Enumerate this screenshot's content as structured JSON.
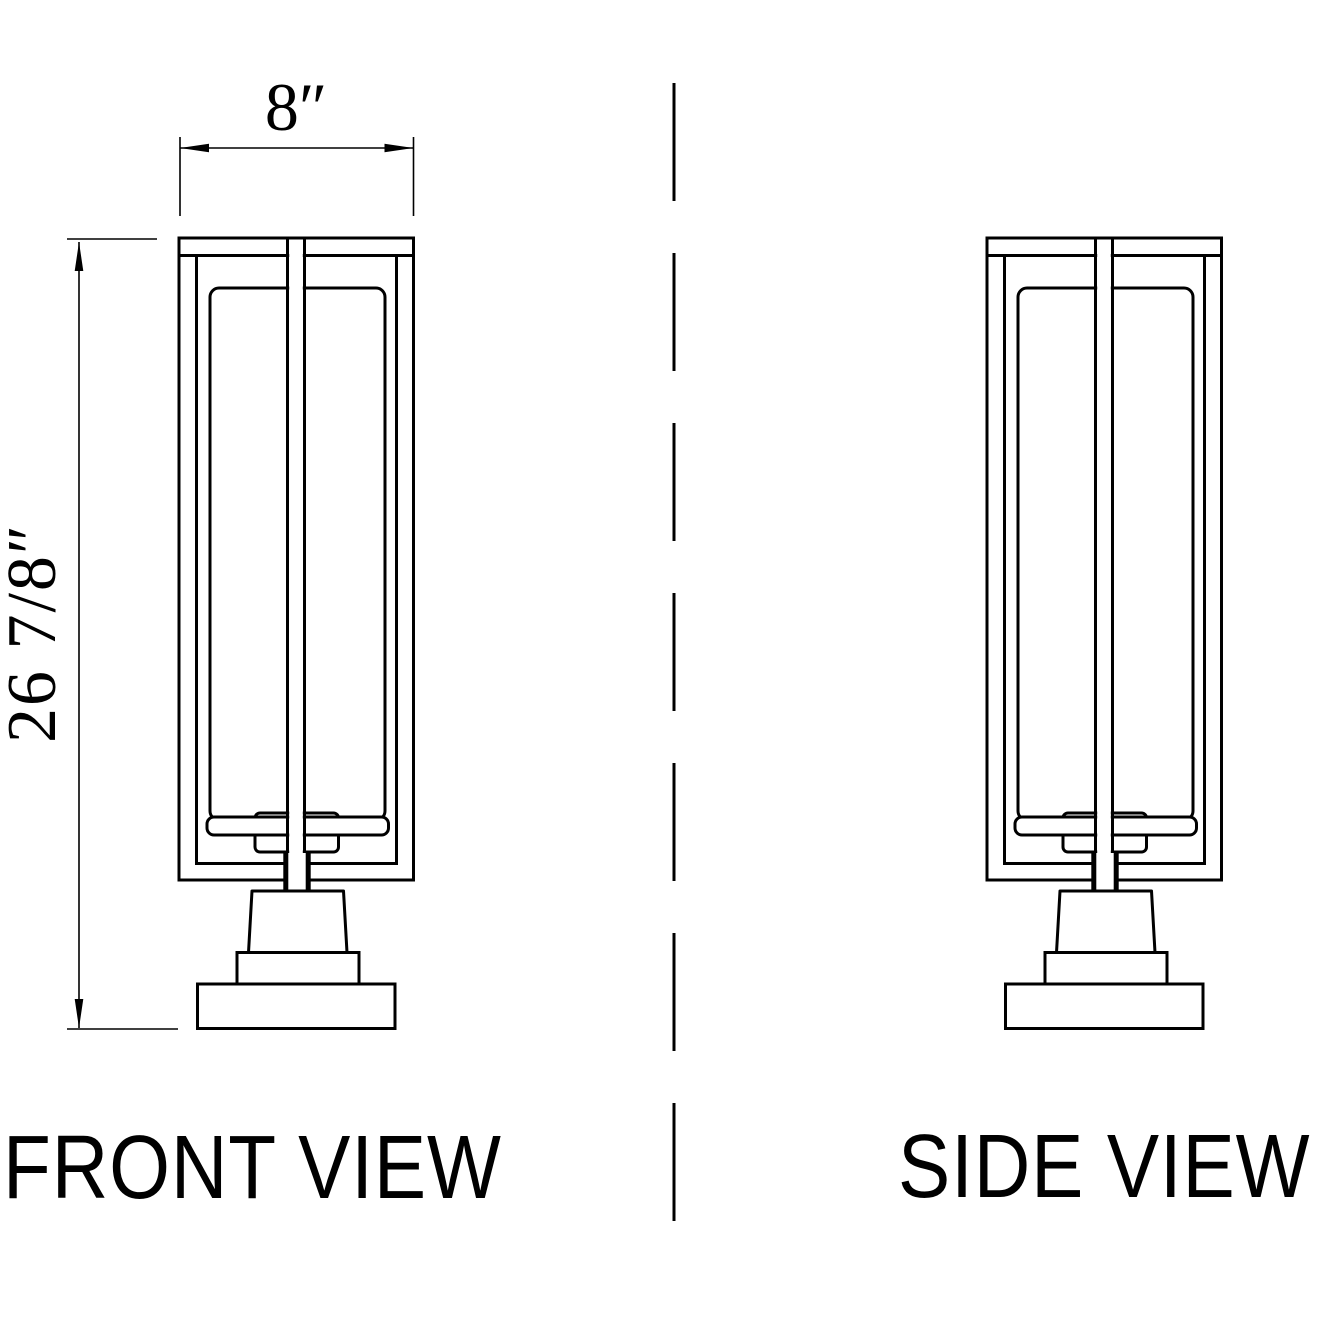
{
  "page": {
    "background_color": "#ffffff",
    "line_color": "#000000"
  },
  "views": {
    "front": {
      "label": "FRONT VIEW"
    },
    "side": {
      "label": "SIDE VIEW"
    }
  },
  "dimensions": {
    "width": {
      "value": "8″"
    },
    "height": {
      "value": "26 7/8″"
    }
  }
}
